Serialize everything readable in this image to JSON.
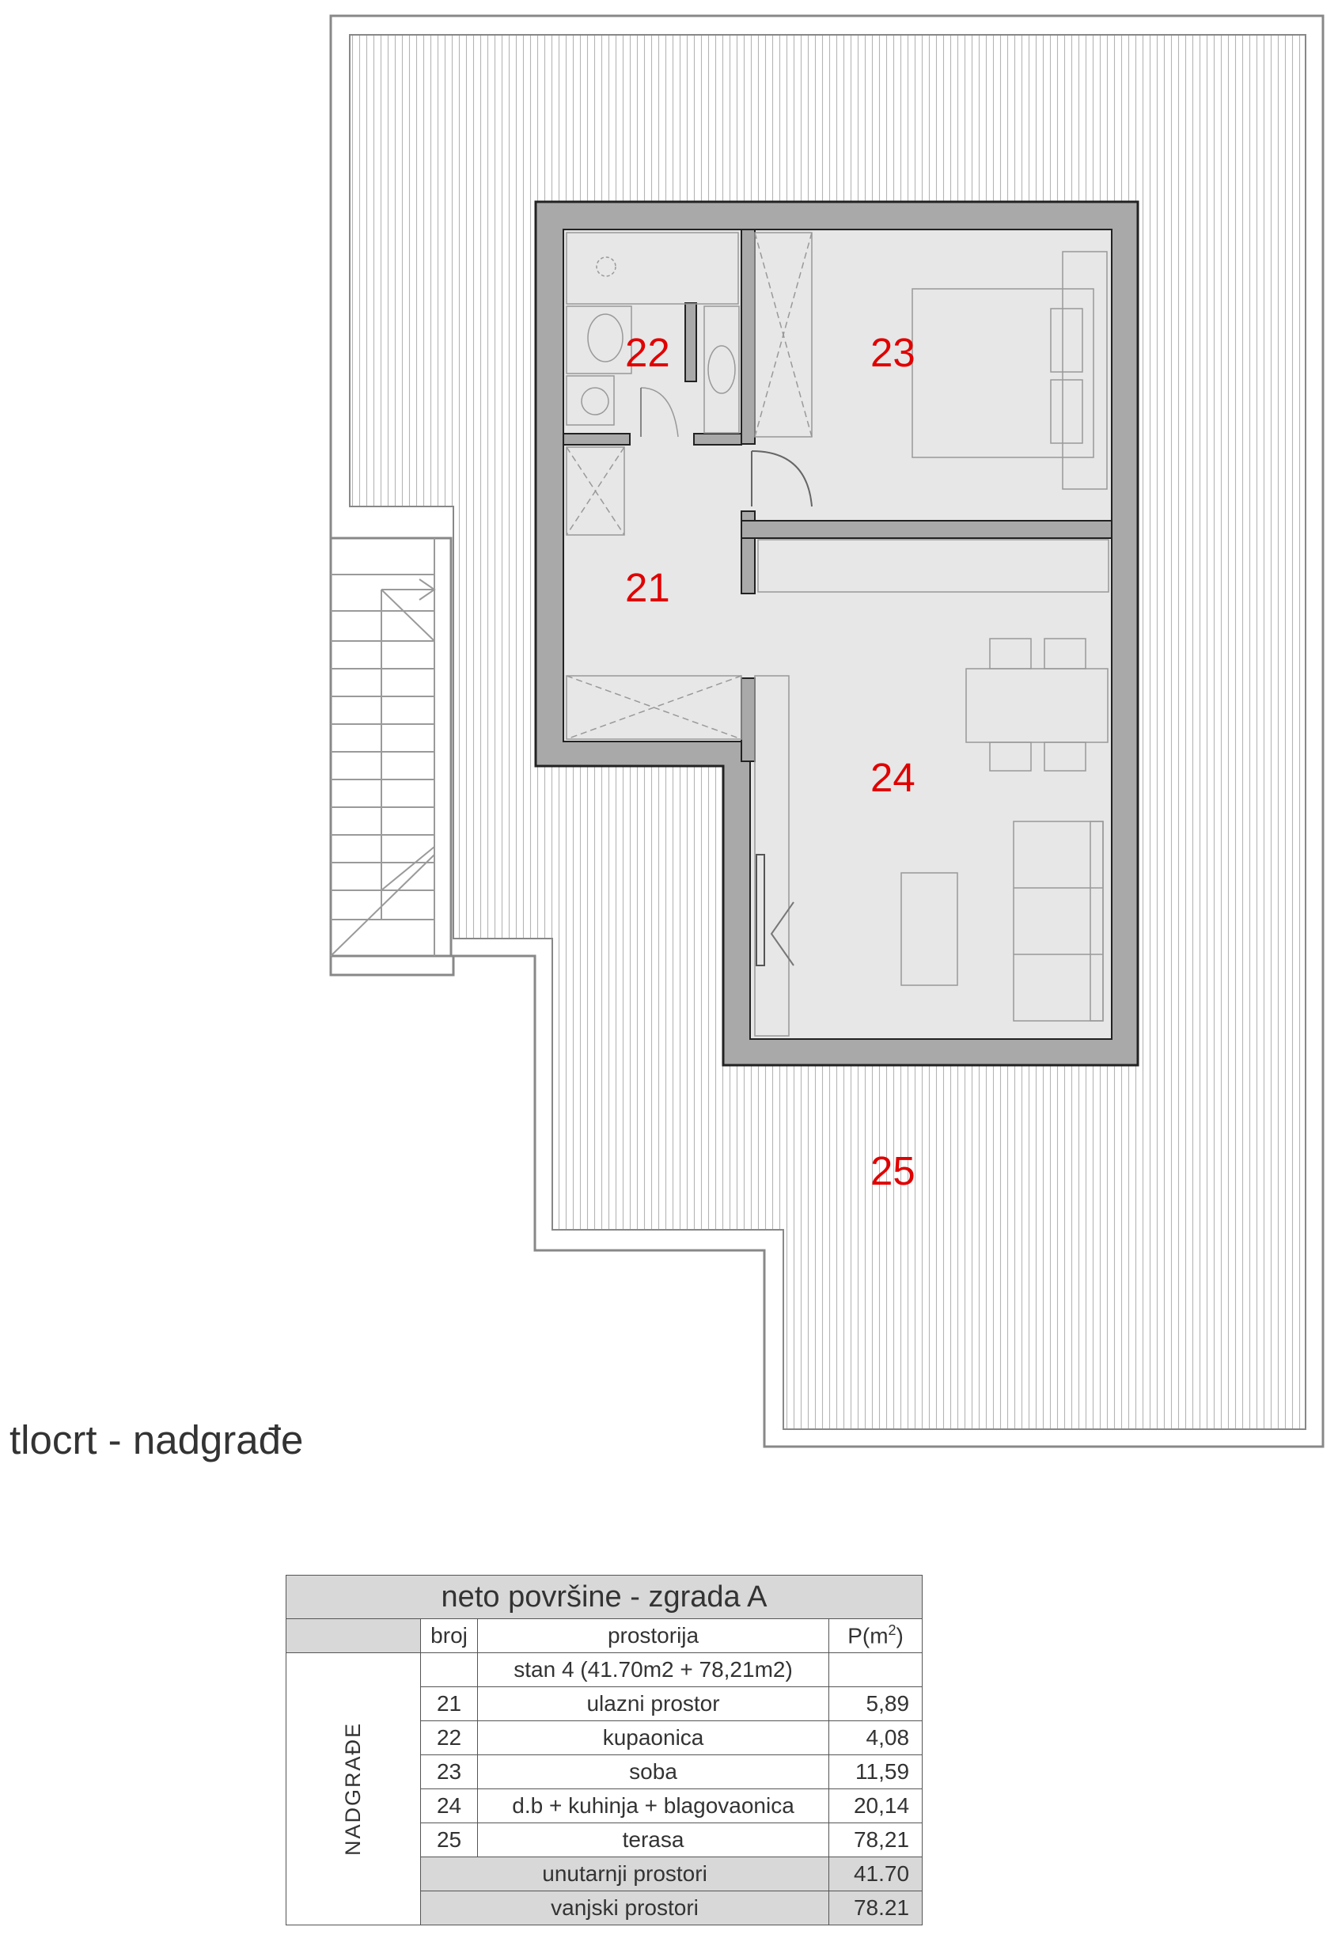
{
  "drawing_title": "tlocrt - nadgrađe",
  "rooms": {
    "r21": "21",
    "r22": "22",
    "r23": "23",
    "r24": "24",
    "r25": "25"
  },
  "table": {
    "title": "neto površine - zgrada A",
    "headers": {
      "broj": "broj",
      "prostorija": "prostorija",
      "area_base": "P(m",
      "area_exp": "2",
      "area_close": ")"
    },
    "section_label": "NADGRAĐE",
    "unit_label": "stan 4 (41.70m2 + 78,21m2)",
    "rows": [
      {
        "broj": "21",
        "prostorija": "ulazni prostor",
        "area": "5,89"
      },
      {
        "broj": "22",
        "prostorija": "kupaonica",
        "area": "4,08"
      },
      {
        "broj": "23",
        "prostorija": "soba",
        "area": "11,59"
      },
      {
        "broj": "24",
        "prostorija": "d.b + kuhinja + blagovaonica",
        "area": "20,14"
      },
      {
        "broj": "25",
        "prostorija": "terasa",
        "area": "78,21"
      }
    ],
    "totals": [
      {
        "label": "unutarnji prostori",
        "area": "41.70"
      },
      {
        "label": "vanjski prostori",
        "area": "78.21"
      }
    ]
  }
}
